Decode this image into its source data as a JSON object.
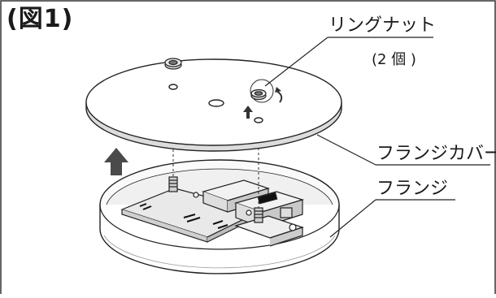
{
  "figure": {
    "title": "(図1)",
    "labels": {
      "ring_nut": "リングナット",
      "ring_nut_count": "(2 個 )",
      "flange_cover": "フランジカバー",
      "flange": "フランジ"
    }
  }
}
